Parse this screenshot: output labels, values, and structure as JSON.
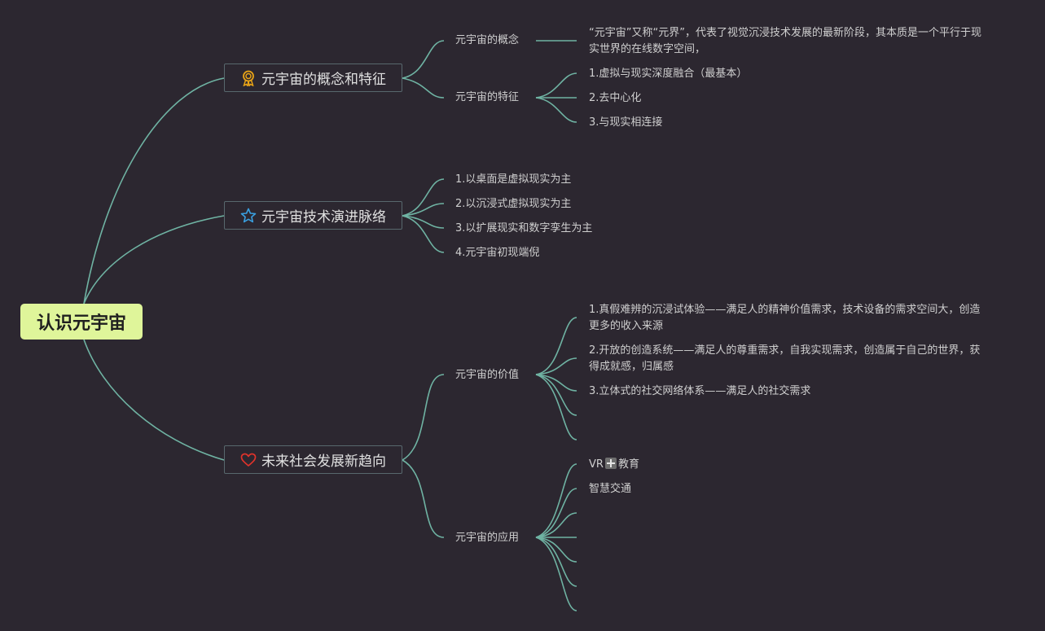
{
  "root": {
    "label": "认识元宇宙"
  },
  "branches": [
    {
      "label": "元宇宙的概念和特征",
      "icon": "award-ribbon-icon",
      "subs": [
        {
          "label": "元宇宙的概念",
          "leaves": [
            "“元宇宙”又称“元界”，代表了视觉沉浸技术发展的最新阶段，其本质是一个平行于现实世界的在线数字空间，"
          ]
        },
        {
          "label": "元宇宙的特征",
          "leaves": [
            "1.虚拟与现实深度融合（最基本）",
            "2.去中心化",
            "3.与现实相连接"
          ]
        }
      ]
    },
    {
      "label": "元宇宙技术演进脉络",
      "icon": "star-icon",
      "leaves": [
        "1.以桌面是虚拟现实为主",
        "2.以沉浸式虚拟现实为主",
        "3.以扩展现实和数字孪生为主",
        "4.元宇宙初现端倪"
      ]
    },
    {
      "label": "未来社会发展新趋向",
      "icon": "heart-icon",
      "subs": [
        {
          "label": "元宇宙的价值",
          "leaves": [
            "1.真假难辨的沉浸试体验——满足人的精神价值需求，技术设备的需求空间大，创造更多的收入来源",
            "2.开放的创造系统——满足人的尊重需求，自我实现需求，创造属于自己的世界，获得成就感，归属感",
            "3.立体式的社交网络体系——满足人的社交需求",
            "",
            ""
          ]
        },
        {
          "label": "元宇宙的应用",
          "leaves": [
            "VR",
            "教育",
            "智慧交通",
            "",
            "",
            "",
            "",
            ""
          ]
        }
      ]
    }
  ],
  "colors": {
    "background": "#2c2730",
    "connector": "#6fb3a3",
    "root_fill": "#dff59a",
    "box_border": "#58686d"
  }
}
